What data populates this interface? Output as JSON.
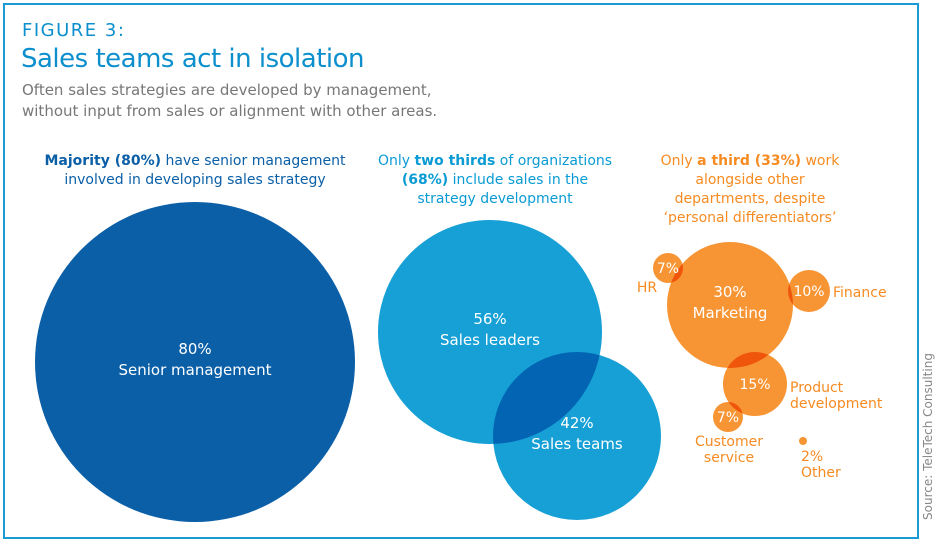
{
  "header": {
    "figure": "FIGURE 3:",
    "title": "Sales teams act in isolation",
    "subtitle_1": "Often sales strategies are developed by management,",
    "subtitle_2": "without input from sales or alignment with other areas."
  },
  "captions": {
    "c1": {
      "bold": "Majority (80%)",
      "rest1": " have senior management",
      "line2": "involved in developing sales strategy"
    },
    "c2": {
      "pre": "Only ",
      "bold": "two thirds",
      "rest1": " of organizations",
      "bold2": "(68%)",
      "rest2": " include sales in the",
      "line3": "strategy development"
    },
    "c3": {
      "pre": "Only ",
      "bold": "a third (33%)",
      "rest1": " work",
      "line2": "alongside other",
      "line3": "departments, despite",
      "line4": "‘personal differentiators’"
    }
  },
  "source": "Source: TeleTech Consulting",
  "colors": {
    "senior": "#0b5fa7",
    "blue": "#0a9bd4",
    "orange": "#f68b22",
    "frame": "#1a9ad6"
  },
  "chart_data": {
    "type": "bubble",
    "title": "Sales teams act in isolation",
    "groups": [
      {
        "name": "Senior management",
        "items": [
          {
            "label": "Senior management",
            "value": 80
          }
        ]
      },
      {
        "name": "Sales",
        "items": [
          {
            "label": "Sales leaders",
            "value": 56
          },
          {
            "label": "Sales teams",
            "value": 42
          }
        ]
      },
      {
        "name": "Other departments",
        "items": [
          {
            "label": "Marketing",
            "value": 30
          },
          {
            "label": "HR",
            "value": 7
          },
          {
            "label": "Finance",
            "value": 10
          },
          {
            "label": "Product development",
            "value": 15
          },
          {
            "label": "Customer service",
            "value": 7
          },
          {
            "label": "Other",
            "value": 2
          }
        ]
      }
    ]
  }
}
